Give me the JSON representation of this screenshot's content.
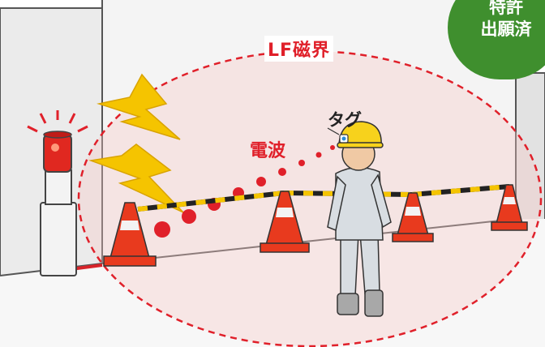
{
  "labels": {
    "field": "LF磁界",
    "wave": "電波",
    "tag": "タグ"
  },
  "badge": {
    "line1": "特許",
    "line2": "出願済"
  },
  "colors": {
    "accent_red": "#e0202a",
    "badge_green": "#3f8f2e",
    "bolt_yellow": "#f5c400",
    "cone_red": "#e83a1e",
    "helmet_yellow": "#f7d21c"
  }
}
